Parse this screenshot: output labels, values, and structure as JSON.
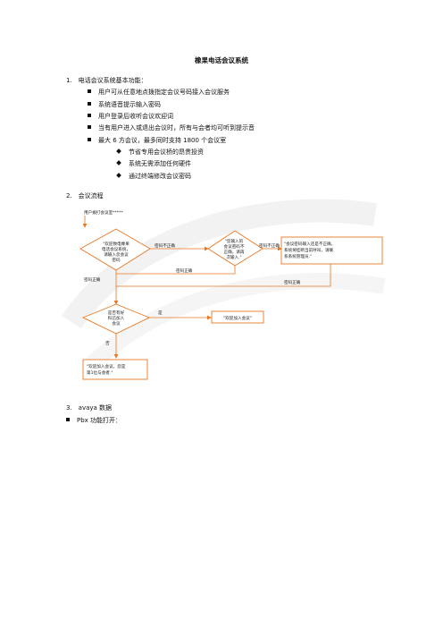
{
  "doc": {
    "title": "橡果电话会议系统",
    "sec1": "1.　电话会议系统基本功能：",
    "features": [
      "用户可从任意地点拨指定会议号码接入会议服务",
      "系统语音提示输入密码",
      "用户登录后收听会议欢迎词",
      "当有用户进入或退出会议时，所有与会者均可听到提示音",
      "最大 6 方会议，最多同时支持 1800 个会议室"
    ],
    "subfeatures": [
      "节省专用会议桥的昂贵投资",
      "系统无需添加任何硬件",
      "通过终端修改会议密码"
    ],
    "sec2": "2.　会议流程",
    "sec3": "3.　avaya 数据",
    "pbx": "Pbx 功能打开："
  },
  "flow": {
    "start": "用户拨打会议室*****",
    "d1": [
      "\"欢迎致电橡果",
      "电话会议系统，",
      "请输入您会议",
      "密码"
    ],
    "d2": [
      "\"您输入的",
      "会议密码不",
      "正确，请再",
      "次输入.\""
    ],
    "box_err": [
      "\"会议密码输入还是不正确，",
      "系统将挂断当前呼叫，请联",
      "系系统管理员.\""
    ],
    "d3": [
      "是否有好",
      "科已加入",
      "会议"
    ],
    "box_welcome": "\"欢迎加入会议\"",
    "box_wait": [
      "\"欢迎加入会议，您是",
      "第1位与会者.\""
    ],
    "lbl_wrong1": "密码不正确",
    "lbl_wrong2": "密码不正确",
    "lbl_correct_mid": "密码正确",
    "lbl_correct_left": "密码正确",
    "lbl_correct_right": "密码正确",
    "lbl_yes": "是",
    "lbl_no": "否",
    "accent": "#e87722"
  }
}
